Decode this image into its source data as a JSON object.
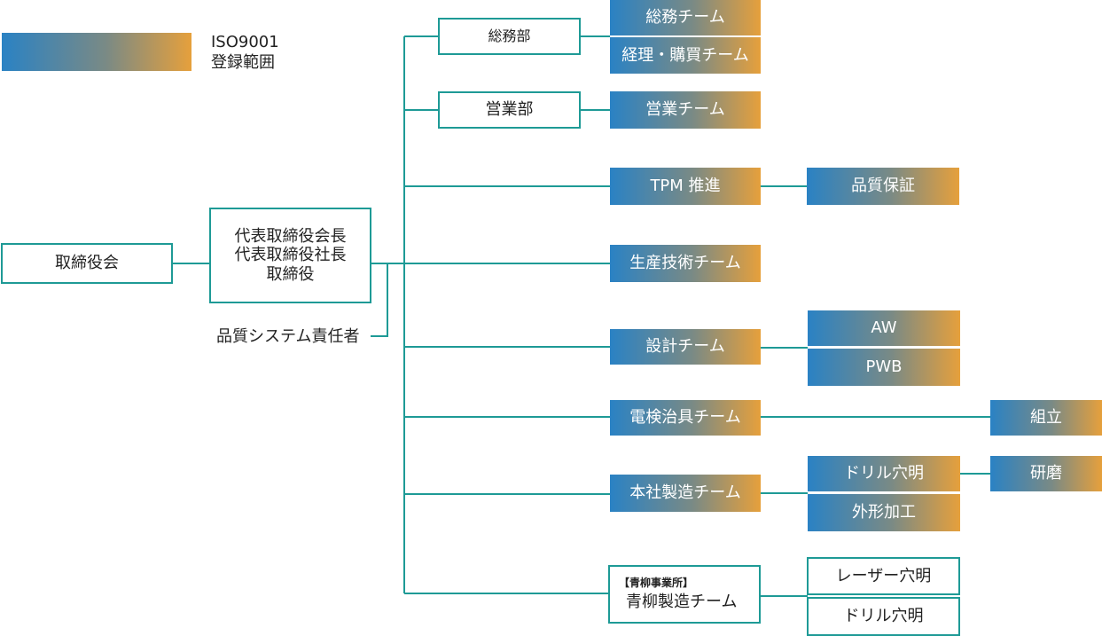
{
  "legend": {
    "line1": "ISO9001",
    "line2": "登録範囲"
  },
  "board": "取締役会",
  "executives": [
    "代表取締役会長",
    "代表取締役社長",
    "取締役"
  ],
  "quality_manager": "品質システム責任者",
  "departments": {
    "general_affairs": "総務部",
    "sales": "営業部"
  },
  "teams": {
    "general_affairs": "総務チーム",
    "accounting": "経理・購買チーム",
    "sales": "営業チーム",
    "tpm": "TPM 推進",
    "quality_assurance": "品質保証",
    "production_tech": "生産技術チーム",
    "design": "設計チーム",
    "aw": "AW",
    "pwb": "PWB",
    "jig": "電検治具チーム",
    "assembly": "組立",
    "hq_manufacturing": "本社製造チーム",
    "drill": "ドリル穴明",
    "polish": "研磨",
    "outline": "外形加工",
    "aoyagi_office": "【青柳事業所】",
    "aoyagi_manufacturing": "青柳製造チーム",
    "laser": "レーザー穴明",
    "aoyagi_drill": "ドリル穴明"
  },
  "colors": {
    "line": "#1e9a96",
    "grad_start": "#2a82c4",
    "grad_end": "#e6a03c"
  }
}
